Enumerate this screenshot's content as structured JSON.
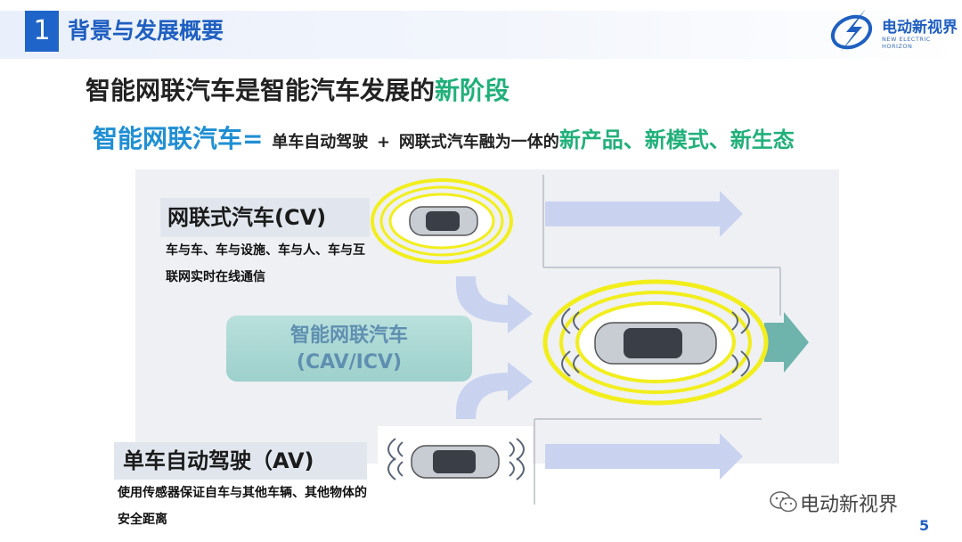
{
  "header": {
    "section_number": "1",
    "title": "背景与发展概要",
    "logo_cn": "电动新视界",
    "logo_en": "NEW ELECTRIC HORIZON"
  },
  "headline": {
    "part1": "智能网联汽车是智能汽车发展的",
    "highlight": "新阶段"
  },
  "formula": {
    "lhs": "智能网联汽车=",
    "term1": "单车自动驾驶",
    "plus": "+",
    "term2": "网联式汽车融为一体的",
    "result": "新产品、新模式、新生态"
  },
  "diagram": {
    "cv_title": "网联式汽车(CV)",
    "cv_desc": "车与车、车与设施、车与人、车与互联网实时在线通信",
    "cav_line1": "智能网联汽车",
    "cav_line2": "(CAV/ICV)",
    "av_title": "单车自动驾驶（AV)",
    "av_desc": "使用传感器保证自车与其他车辆、其他物体的安全距离"
  },
  "footer": {
    "brand": "电动新视界",
    "page_number": "5"
  },
  "colors": {
    "brand_blue": "#1f5fc1",
    "accent_green": "#20b07a",
    "formula_blue": "#1f8fd4",
    "ring_yellow": "#f2ee1c",
    "arrow_blue": "#c9d3f0"
  }
}
